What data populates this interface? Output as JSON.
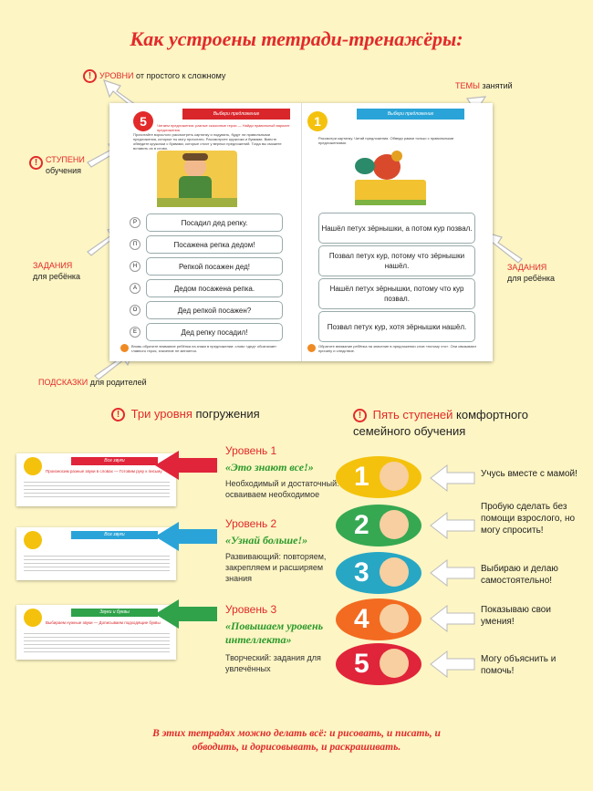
{
  "title": "Как устроены тетради-тренажёры:",
  "labels": {
    "levels": {
      "red": "УРОВНИ",
      "rest": "от простого к сложному"
    },
    "themes": {
      "red": "ТЕМЫ",
      "rest": "занятий"
    },
    "steps": {
      "red": "СТУПЕНИ",
      "rest": "обучения"
    },
    "tasks_left": {
      "red": "ЗАДАНИЯ",
      "rest": "для ребёнка"
    },
    "tasks_right": {
      "red": "ЗАДАНИЯ",
      "rest": "для ребёнка"
    },
    "hints": {
      "red": "ПОДСКАЗКИ",
      "rest": "для родителей"
    }
  },
  "book": {
    "left": {
      "ribbon": "Выбери предложение",
      "number": "5",
      "subline": "Читаем предложения: разные сказочные герои — Найди правильный вариант предложения",
      "intro": "Прочитайте взрослого рассмотреть картинку и подумать, будут ли правильными предложения, которые ты могу прочитать. Рассмотрите кружочки и буквами. Вместе обведите кружочки с буквами, которые стоят у верных предложений. Тогда вы сможете вставить их в слово.",
      "phrases": [
        {
          "letter": "Р",
          "text": "Посадил дед репку."
        },
        {
          "letter": "П",
          "text": "Посажена репка дедом!"
        },
        {
          "letter": "Н",
          "text": "Репкой посажен дед!"
        },
        {
          "letter": "А",
          "text": "Дедом посажена репка."
        },
        {
          "letter": "О",
          "text": "Дед репкой посажен?"
        },
        {
          "letter": "Е",
          "text": "Дед репку посадил!"
        }
      ],
      "hint": "Вновь обратите внимание ребёнка на знаки в предложении: слово «дед» обозначает главного героя, значение не меняется."
    },
    "right": {
      "ribbon": "Выбери предложение",
      "number": "1",
      "intro": "Рассмотри картинку. Читай предложения. Обведи рамки только с правильными предложениями.",
      "phrases": [
        "Нашёл петух зёрнышки, а потом кур позвал.",
        "Позвал петух кур, потому что зёрнышки нашёл.",
        "Нашёл петух зёрнышки, потому что кур позвал.",
        "Позвал петух кур, хотя зёрнышки нашёл."
      ],
      "hint": "Обратите внимание ребёнка на значение в предложении слов «потому что». Они связывают причину и следствие."
    }
  },
  "levels_section": {
    "title_red": "Три уровня",
    "title_rest": "погружения",
    "items": [
      {
        "heading": "Уровень 1",
        "quote": "«Это знают все!»",
        "desc": "Необходимый и достаточный: осваиваем необходимое",
        "color": "#e0243a",
        "card_ribbon": "Все звуки",
        "card_sub": "Произносим разные звуки в словах — Готовим руку к письму"
      },
      {
        "heading": "Уровень 2",
        "quote": "«Узнай больше!»",
        "desc": "Развивающий: повторяем, закрепляем и расширяем знания",
        "color": "#2aa4d8",
        "card_ribbon": "Все звуки",
        "card_sub": ""
      },
      {
        "heading": "Уровень 3",
        "quote": "«Повышаем уровень интеллекта»",
        "desc": "Творческий: задания для увлечённых",
        "color": "#2fa24a",
        "card_ribbon": "Звуки и буквы",
        "card_sub": "Выбираем нужные звуки — Дописываем подходящие буквы"
      }
    ]
  },
  "steps_section": {
    "title_red": "Пять ступеней",
    "title_rest": "комфортного семейного обучения",
    "items": [
      {
        "num": "1",
        "text": "Учусь вместе с мамой!",
        "color": "#f4c20d"
      },
      {
        "num": "2",
        "text": "Пробую сделать без помощи взрослого, но могу спросить!",
        "color": "#36a852"
      },
      {
        "num": "3",
        "text": "Выбираю и делаю самостоятельно!",
        "color": "#27a7c4"
      },
      {
        "num": "4",
        "text": "Показываю свои умения!",
        "color": "#f26b21"
      },
      {
        "num": "5",
        "text": "Могу объяснить и помочь!",
        "color": "#e0243a"
      }
    ]
  },
  "footer": "В этих тетрадях можно делать всё: и рисовать, и писать, и обводить, и дорисовывать, и раскрашивать."
}
